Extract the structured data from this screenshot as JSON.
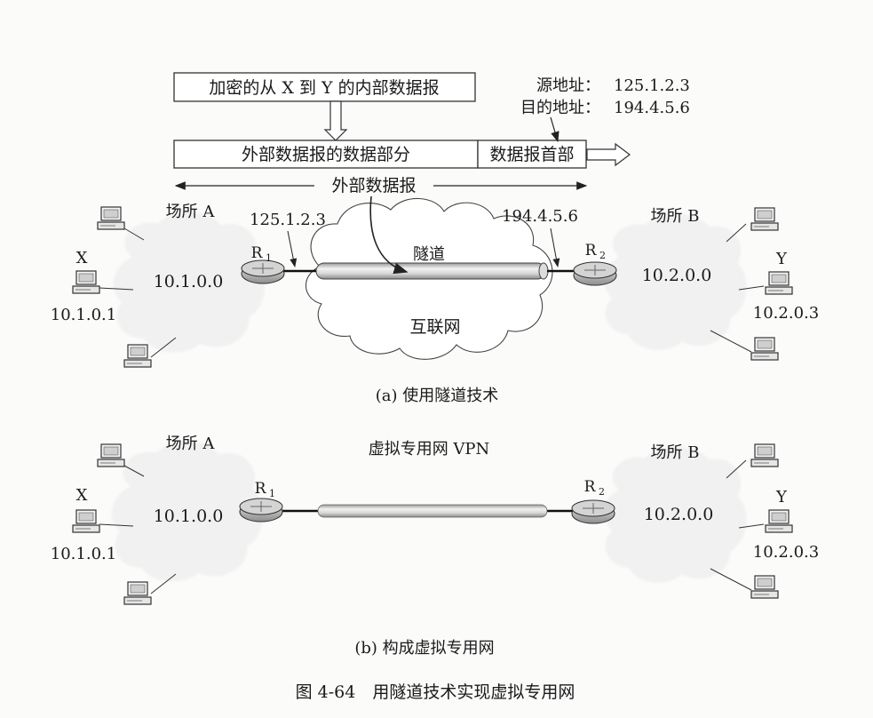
{
  "figure_caption": "图 4-64　用隧道技术实现虚拟专用网",
  "part_a": {
    "caption": "(a) 使用隧道技术",
    "inner_datagram": "加密的从 X 到 Y 的内部数据报",
    "outer_data": "外部数据报的数据部分",
    "outer_header": "数据报首部",
    "outer_datagram": "外部数据报",
    "src_label": "源地址：",
    "src_value": "125.1.2.3",
    "dst_label": "目的地址：",
    "dst_value": "194.4.5.6",
    "site_a": {
      "name": "场所 A",
      "host": "X",
      "network": "10.1.0.0",
      "host_addr": "10.1.0.1"
    },
    "site_b": {
      "name": "场所 B",
      "host": "Y",
      "network": "10.2.0.0",
      "host_addr": "10.2.0.3"
    },
    "r1": "R",
    "r1_sub": "1",
    "r2": "R",
    "r2_sub": "2",
    "r1_addr": "125.1.2.3",
    "r2_addr": "194.4.5.6",
    "tunnel": "隧道",
    "internet": "互联网"
  },
  "part_b": {
    "caption": "(b) 构成虚拟专用网",
    "vpn": "虚拟专用网 VPN",
    "site_a": {
      "name": "场所 A",
      "host": "X",
      "network": "10.1.0.0",
      "host_addr": "10.1.0.1"
    },
    "site_b": {
      "name": "场所 B",
      "host": "Y",
      "network": "10.2.0.0",
      "host_addr": "10.2.0.3"
    },
    "r1": "R",
    "r1_sub": "1",
    "r2": "R",
    "r2_sub": "2"
  }
}
